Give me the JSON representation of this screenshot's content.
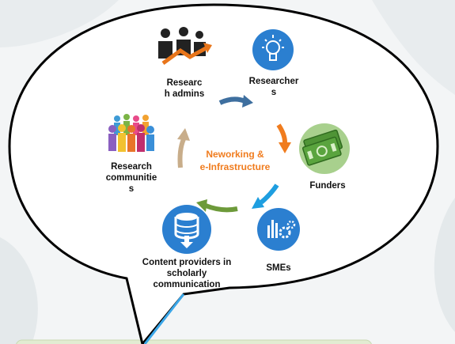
{
  "center": {
    "line1": "Neworking &",
    "line2": "e-Infrastructure",
    "color": "#f07c1e"
  },
  "nodes": {
    "admins": {
      "icon": "business-people-icon",
      "line1": "Researc",
      "line2": "h admins"
    },
    "researchers": {
      "icon": "lightbulb-icon",
      "line1": "Researcher",
      "line2": "s"
    },
    "funders": {
      "icon": "money-icon",
      "line1": "Funders"
    },
    "smes": {
      "icon": "gear-chart-icon",
      "line1": "SMEs"
    },
    "content": {
      "icon": "database-download-icon",
      "line1": "Content providers in",
      "line2": "scholarly",
      "line3": "communication"
    },
    "communities": {
      "icon": "crowd-icon",
      "line1": "Research",
      "line2": "communitie",
      "line3": "s"
    }
  },
  "colors": {
    "arrow_blue_dark": "#3e6f9f",
    "arrow_orange": "#f07c1e",
    "arrow_blue_light": "#1e9ee0",
    "arrow_green": "#6d9a3a",
    "arrow_tan": "#c8ad8a",
    "icon_blue": "#2b7fd0",
    "money_green": "#5a9e3c",
    "callout_fill": "#ffffff",
    "bar_green": "#e2ecd2"
  }
}
